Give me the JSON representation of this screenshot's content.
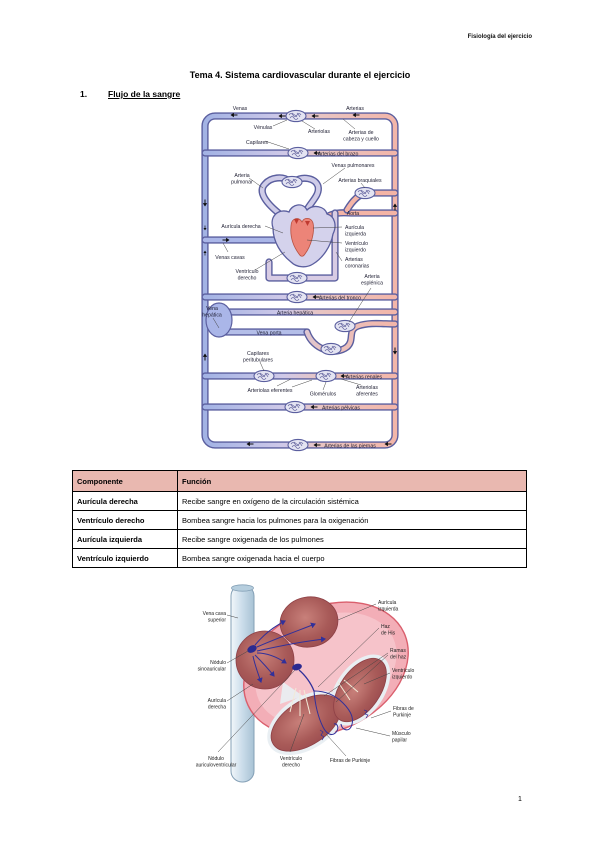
{
  "page": {
    "header_right": "Fisiología del ejercicio",
    "title": "Tema 4. Sistema cardiovascular durante el ejercicio",
    "section_number": "1.",
    "section_heading": "Flujo de la sangre",
    "page_number": "1"
  },
  "table": {
    "headers": [
      "Componente",
      "Función"
    ],
    "rows": [
      [
        "Aurícula derecha",
        "Recibe sangre en oxígeno de la circulación sistémica"
      ],
      [
        "Ventrículo derecho",
        "Bombea sangre hacia los pulmones para la oxigenación"
      ],
      [
        "Aurícula izquierda",
        "Recibe sangre oxigenada de los pulmones"
      ],
      [
        "Ventrículo izquierdo",
        "Bombea sangre oxigenada hacia el cuerpo"
      ]
    ]
  },
  "figure_circulation": {
    "labels": {
      "venas": "Venas",
      "arterias": "Arterias",
      "venulas": "Vénulas",
      "arteriolas": "Arteriolas",
      "cabeza_1": "Arterias de",
      "cabeza_2": "cabeza y cuello",
      "capilares": "Capilares",
      "brazo": "Arterias del brazo",
      "venas_pulmonares": "Venas pulmonares",
      "arteria_pulmonar_1": "Arteria",
      "arteria_pulmonar_2": "pulmonar",
      "braquiales": "Arterias braquiales",
      "aorta": "Aorta",
      "auricula_derecha": "Aurícula derecha",
      "auricula_izquierda_1": "Aurícula",
      "auricula_izquierda_2": "izquierda",
      "ventriculo_izquierdo_1": "Ventrículo",
      "ventriculo_izquierdo_2": "izquierdo",
      "venas_cavas": "Venas cavas",
      "coronarias_1": "Arterias",
      "coronarias_2": "coronarias",
      "ventriculo_derecho_1": "Ventrículo",
      "ventriculo_derecho_2": "derecho",
      "esplenica_1": "Arteria",
      "esplenica_2": "esplénica",
      "tronco": "Arterias del tronco",
      "vena_hepatica_1": "Vena",
      "vena_hepatica_2": "hepática",
      "arteria_hepatica": "Arteria hepática",
      "vena_porta": "Vena porta",
      "peritubulares_1": "Capilares",
      "peritubulares_2": "peritubulares",
      "renales": "Arterias renales",
      "eferentes": "Arteriolas eferentes",
      "glomerulos": "Glomérulos",
      "aferentes_1": "Arteriolas",
      "aferentes_2": "aferentes",
      "pelvicas": "Arterias pélvicas",
      "piernas": "Arterias de las piernas"
    }
  },
  "figure_heart": {
    "labels": {
      "vena_cava_1": "Vena cava",
      "vena_cava_2": "superior",
      "nodulo_sa_1": "Nódulo",
      "nodulo_sa_2": "sinoauricular",
      "auricula_derecha_1": "Aurícula",
      "auricula_derecha_2": "derecha",
      "nodulo_av_1": "Nódulo",
      "nodulo_av_2": "auriculoventricular",
      "ventriculo_derecho_1": "Ventrículo",
      "ventriculo_derecho_2": "derecho",
      "purkinje_bottom": "Fibras de Purkinje",
      "auricula_izquierda_1": "Aurícula",
      "auricula_izquierda_2": "izquierda",
      "haz_his_1": "Haz",
      "haz_his_2": "de His",
      "ramas_haz_1": "Ramas",
      "ramas_haz_2": "del haz",
      "ventriculo_izquierdo_1": "Ventrículo",
      "ventriculo_izquierdo_2": "izquierdo",
      "purkinje_right_1": "Fibras de",
      "purkinje_right_2": "Purkinje",
      "musculo_papilar_1": "Músculo",
      "musculo_papilar_2": "papilar"
    }
  },
  "colors": {
    "table_header_bg": "#e9b8b0",
    "vessel_outline": "#5b5f9f",
    "vein_fill": "#a9b6e8",
    "artery_fill": "#f4b4a6",
    "heart_red": "#ec8478",
    "heart_pink": "#f3aeb7",
    "chamber_red": "#a85a58",
    "conduction_blue": "#31309a"
  }
}
